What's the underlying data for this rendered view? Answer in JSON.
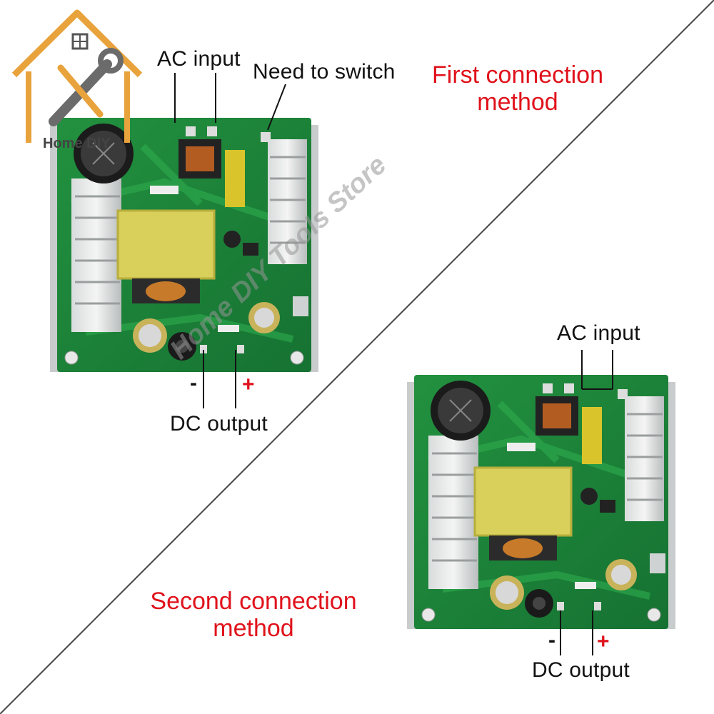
{
  "logo": {
    "brand_text": "Home DIY"
  },
  "watermark": "Home DIY Tools Store",
  "method1": {
    "title_line1": "First connection",
    "title_line2": "method",
    "ac_label": "AC input",
    "switch_label": "Need to switch",
    "dc_label": "DC output",
    "minus": "-",
    "plus": "+"
  },
  "method2": {
    "title_line1": "Second connection",
    "title_line2": "method",
    "ac_label": "AC input",
    "dc_label": "DC output",
    "minus": "-",
    "plus": "+"
  },
  "colors": {
    "pcb": "#1f8a3c",
    "title_red": "#e0121b",
    "transformer": "#d8d05a"
  }
}
